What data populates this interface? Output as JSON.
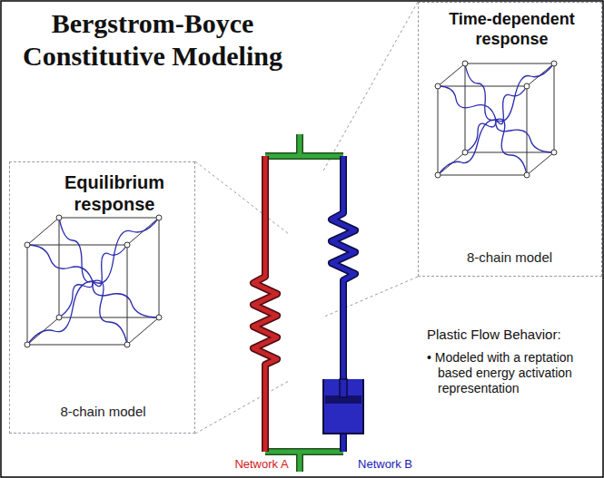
{
  "diagram": {
    "title": "Bergstrom-Boyce Constitutive Modeling",
    "nodes": [
      {
        "text": [
          "Equilibrium response",
          "8-chain model"
        ]
      },
      {
        "text": [
          "Time-dependent response",
          "8-chain model"
        ]
      }
    ],
    "labels": [
      "Plastic Flow Behavior:",
      "• Modeled with a reptation based energy activation representation",
      "Network A",
      "Network B"
    ]
  }
}
